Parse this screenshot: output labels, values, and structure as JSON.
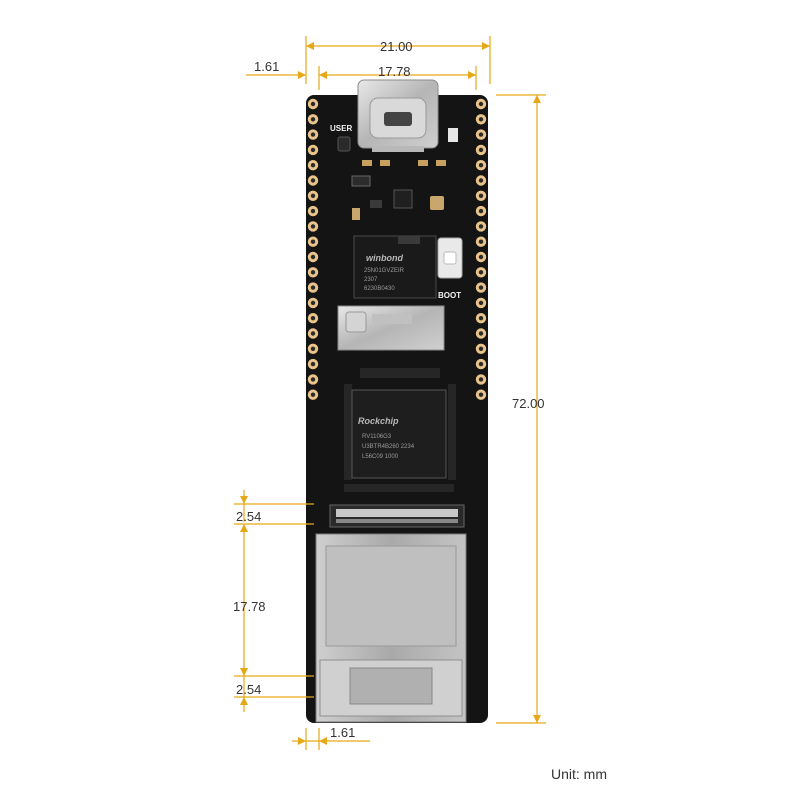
{
  "dimensions": {
    "board_width": "21.00",
    "usb_width": "17.78",
    "pin_edge_offset_top": "1.61",
    "board_height": "72.00",
    "pitch_upper": "2.54",
    "ethernet_span": "17.78",
    "pitch_lower": "2.54",
    "pin_edge_offset_bottom": "1.61"
  },
  "silkscreen": {
    "user_label": "USER",
    "boot_label": "BOOT"
  },
  "chips": {
    "flash_brand": "winbond",
    "flash_line1": "25N01GVZEIR",
    "flash_line2": "2307",
    "flash_line3": "6230B0430",
    "soc_brand": "Rockchip",
    "soc_line1": "RV1106G3",
    "soc_line2": "U3BTR4B260 2234",
    "soc_line3": "L56C09 1000"
  },
  "unit_label": "Unit: mm",
  "colors": {
    "dimension_line": "#e6a817",
    "board": "#141414",
    "pad": "#e8c48a",
    "text": "#333333"
  }
}
